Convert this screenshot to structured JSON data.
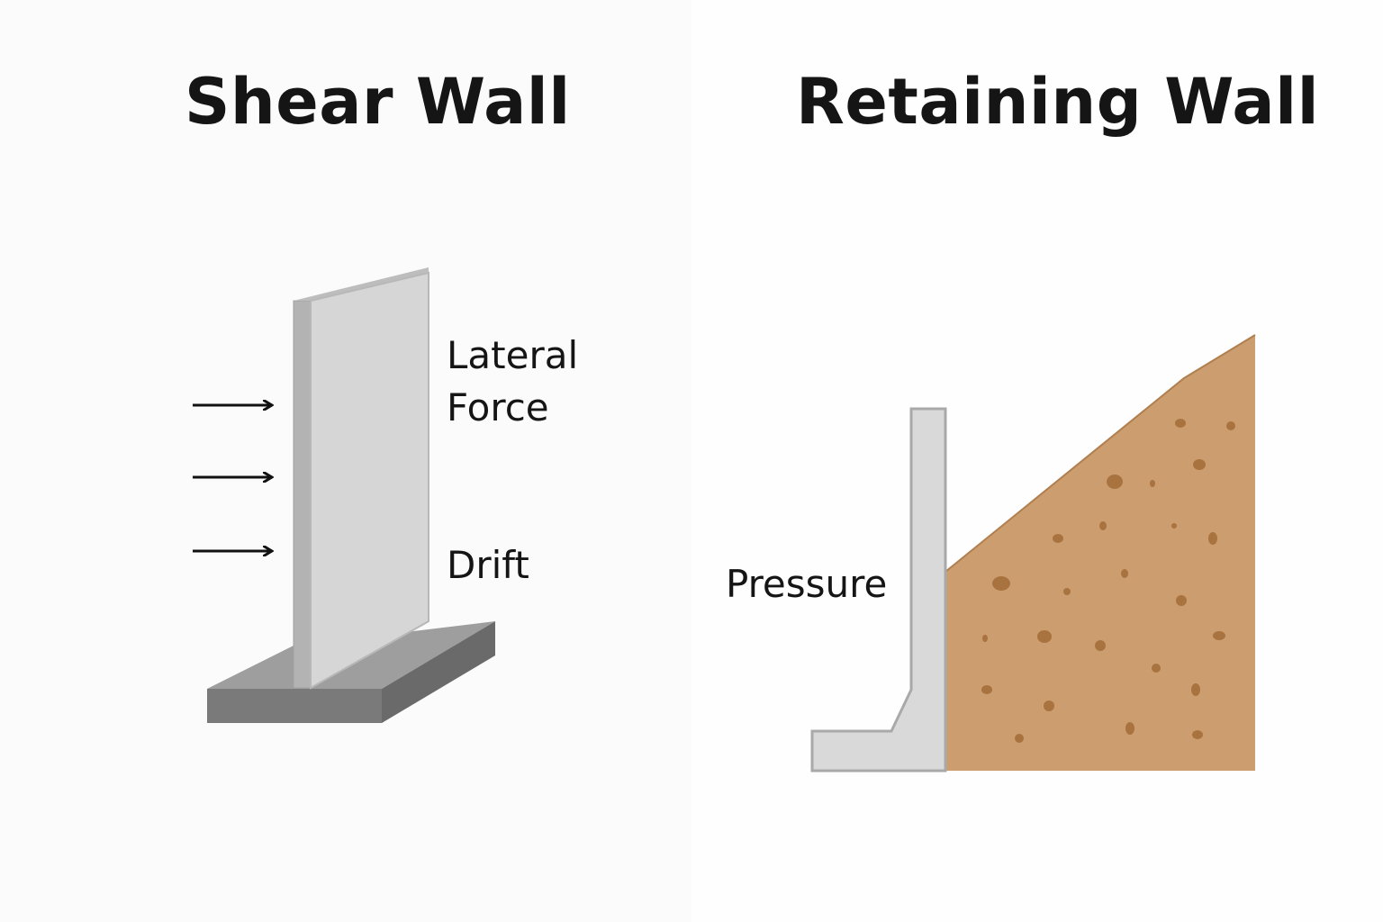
{
  "shear_wall": {
    "title": "Shear Wall",
    "label_lateral_line1": "Lateral",
    "label_lateral_line2": "Force",
    "label_drift": "Drift",
    "arrow_count": 3,
    "colors": {
      "wall_front": "#d6d6d6",
      "wall_side": "#b3b3b3",
      "wall_top": "#c6c6c6",
      "base_top": "#9e9e9e",
      "base_front": "#7a7a7a",
      "base_side": "#6a6a6a",
      "arrow": "#111111"
    }
  },
  "retaining_wall": {
    "title": "Retaining Wall",
    "label_pressure": "Pressure",
    "colors": {
      "wall_fill": "#d9d9d9",
      "wall_stroke": "#a9a9a9",
      "soil_fill": "#cc9d6e",
      "soil_edge": "#b07f50",
      "soil_speck": "#a8733f"
    }
  }
}
